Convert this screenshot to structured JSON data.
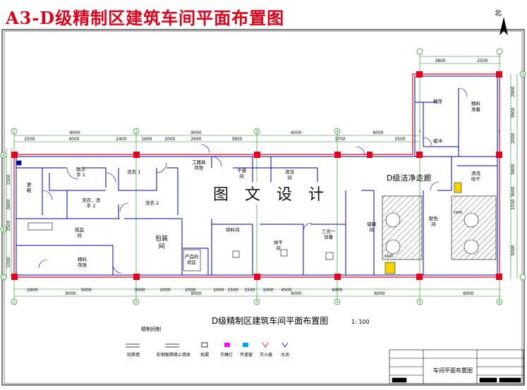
{
  "title": "A3-D级精制区建筑车间平面布置图",
  "north_label": "北",
  "drawing_title": "D级精制区建筑车间平面布置图",
  "scale": "1: 100",
  "watermark": "图 文 设 计",
  "corridor": "D级洁净走廊",
  "legend": {
    "heading": "精制间制",
    "items": [
      "轻质墙",
      "彩钢板隔墙上墙体",
      "地漏",
      "灭蝇灯",
      "传递窗",
      "灭火器",
      "水池"
    ]
  },
  "title_block": {
    "name": "车间平面布置图"
  },
  "rooms": {
    "r1": "更\n鞋",
    "r2": "脱衣\n手 1",
    "r3": "洗衣 1",
    "r4": "洗衣、消\n手 2",
    "r5": "洗衣 2",
    "r6": "成品\n间",
    "r7": "精料\n存放",
    "r8": "包装\n间",
    "r9": "产品检\n验区",
    "r10": "烘料间",
    "r11": "烘干\n间",
    "r12": "干燥\n间",
    "r13": "清洁\n间",
    "r14": "三合一\n设备",
    "r15": "配色\n间",
    "r16": "储罐\n间",
    "r17": "精料\n准备",
    "r18": "精存",
    "r19": "缓冲",
    "r20": "清洗\n晾干",
    "r21": "工器具\n存放"
  },
  "dimensions": {
    "top_overall": [
      "9000",
      "9000",
      "6000",
      "6000"
    ],
    "top_detail": [
      "2500",
      "4000",
      "2400",
      "1600",
      "2000",
      "2600",
      "3950",
      "1700",
      "2500"
    ],
    "top_right": [
      "3800",
      "2500"
    ],
    "bottom_detail": [
      "2600",
      "5000",
      "3000",
      "1000",
      "2000",
      "1000",
      "1500",
      "1500",
      "1000",
      "4500",
      "6000"
    ],
    "bottom_overall": [
      "9000",
      "9000",
      "6000",
      "6000",
      "6000"
    ],
    "left": [
      "1500",
      "3800",
      "2500",
      "1000"
    ],
    "right": [
      "2900",
      "3900",
      "2000",
      "5800",
      "3600",
      "1550",
      "5000"
    ]
  },
  "axes": {
    "vertical": [
      "1",
      "2",
      "3",
      "4",
      "5",
      "6"
    ],
    "horizontal": [
      "A",
      "B",
      "C",
      "D"
    ]
  },
  "equipment_labels": [
    "1400",
    "1900"
  ],
  "colors": {
    "title": "#e0001a",
    "wall": "#0000c8",
    "column": "#e8001c",
    "dim": "#1a8a1a"
  }
}
